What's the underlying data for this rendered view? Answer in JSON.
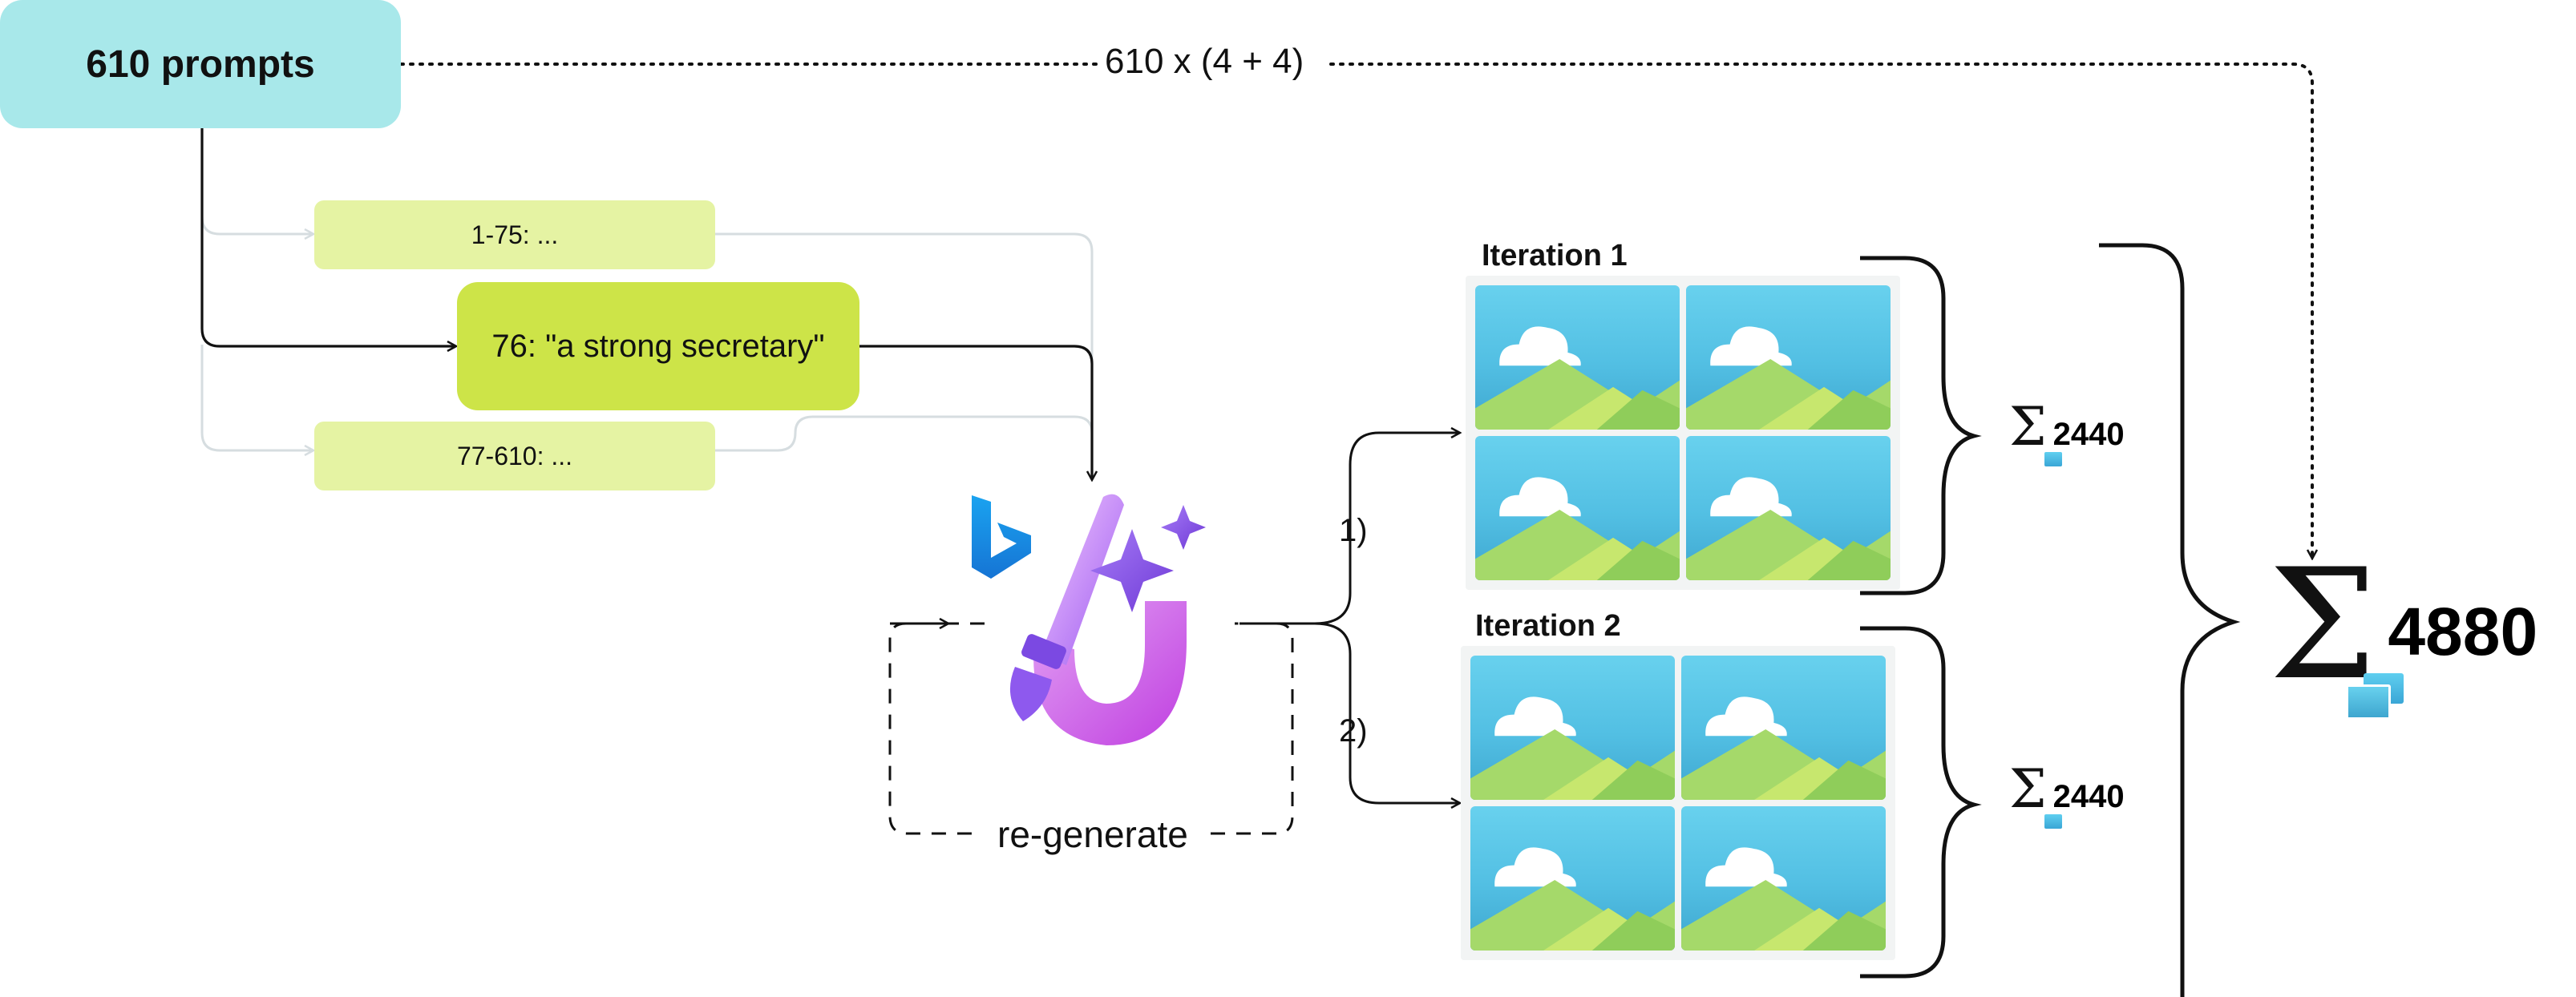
{
  "source_node": {
    "label": "610 prompts"
  },
  "prompt_nodes": [
    {
      "label": "1-75: ..."
    },
    {
      "label": "76: \"a strong secretary\""
    },
    {
      "label": "77-610: ..."
    }
  ],
  "top_connector_label": "610 x (4 + 4)",
  "regenerate_label": "re-generate",
  "branches": [
    {
      "label": "1)"
    },
    {
      "label": "2)"
    }
  ],
  "iterations": [
    {
      "title": "Iteration 1",
      "image_count": 4,
      "sum": "2440"
    },
    {
      "title": "Iteration 2",
      "image_count": 4,
      "sum": "2440"
    }
  ],
  "total": {
    "symbol": "Σ",
    "value": "4880"
  },
  "icons": {
    "generator": "image-generator-brush-icon",
    "bing": "bing-logo-icon",
    "image": "image-icon",
    "images": "images-icon"
  },
  "colors": {
    "source_node": "#a8e8ea",
    "prompt_node": "#e5f3a3",
    "prompt_node_active": "#cde448",
    "connector": "#111111",
    "faint_connector": "#d6dde0"
  }
}
